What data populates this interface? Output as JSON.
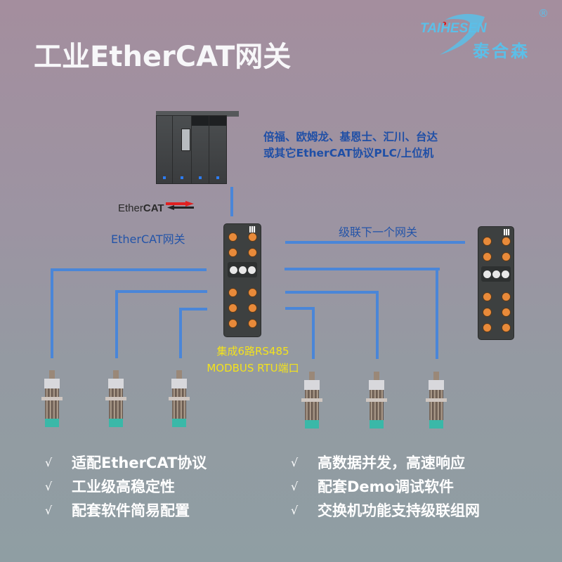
{
  "header": {
    "title": "工业EtherCAT网关"
  },
  "logo": {
    "brand_en": "TAIHESEN",
    "brand_cn": "泰合森",
    "registered_mark": "®"
  },
  "plc": {
    "description_line1": "倍福、欧姆龙、基恩士、汇川、台达",
    "description_line2": "或其它EtherCAT协议PLC/上位机",
    "ethercat_logo_prefix": "Ether",
    "ethercat_logo_bold": "CAT"
  },
  "diagram": {
    "gateway_label": "EtherCAT网关",
    "cascade_label": "级联下一个网关",
    "rs485_line1": "集成6路RS485",
    "rs485_line2": "MODBUS RTU端口",
    "sensor_count": 6,
    "colors": {
      "wire": "#4a86d8",
      "label_blue": "#2454a8",
      "highlight_yellow": "#f3e21c",
      "logo_cyan": "#5bbfe8"
    }
  },
  "features": {
    "check_glyph": "√",
    "left": [
      "适配EtherCAT协议",
      "工业级高稳定性",
      "配套软件简易配置"
    ],
    "right": [
      "高数据并发，高速响应",
      "配套Demo调试软件",
      "交换机功能支持级联组网"
    ]
  }
}
